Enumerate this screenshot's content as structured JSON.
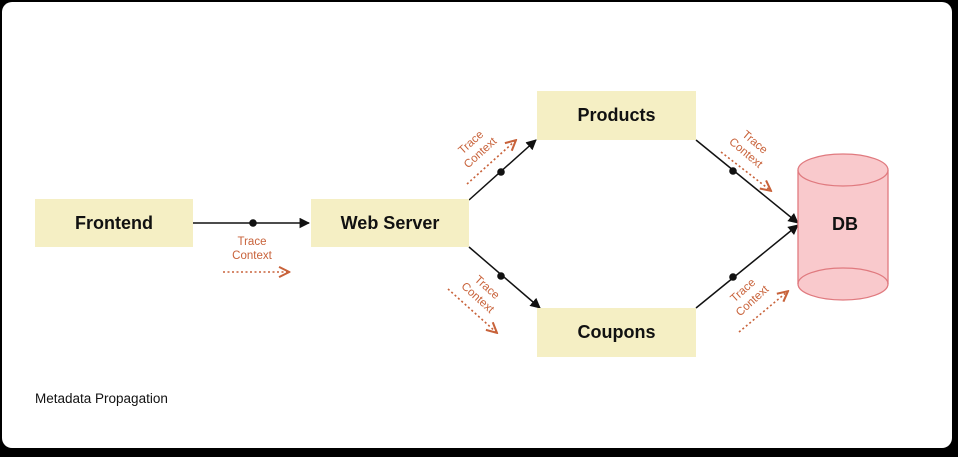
{
  "nodes": {
    "frontend": "Frontend",
    "web_server": "Web Server",
    "products": "Products",
    "coupons": "Coupons",
    "db": "DB"
  },
  "trace_label": {
    "line1": "Trace",
    "line2": "Context"
  },
  "caption": "Metadata Propagation",
  "colors": {
    "node_fill": "#f5efc4",
    "db_fill": "#f9c9cc",
    "db_stroke": "#e07a7f",
    "trace_color": "#c8623a",
    "edge_color": "#111111"
  }
}
